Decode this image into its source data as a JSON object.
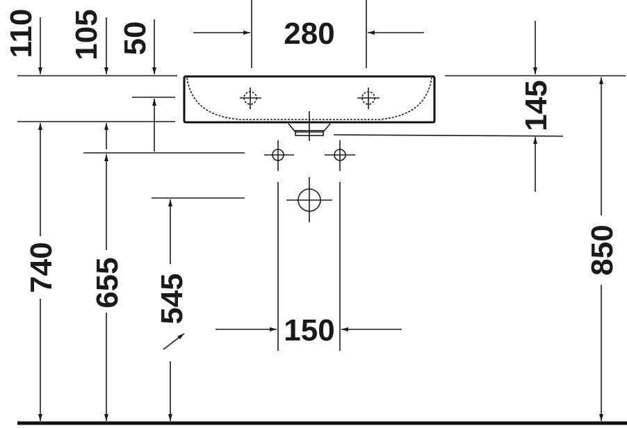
{
  "drawing": {
    "colors": {
      "line": "#1a1a1a",
      "background": "#ffffff"
    },
    "dimensions": {
      "top_left_110": "110",
      "top_left_105": "105",
      "top_left_50": "50",
      "width_280": "280",
      "depth_145": "145",
      "height_740": "740",
      "height_655": "655",
      "height_545": "545",
      "height_850": "850",
      "spacing_150": "150"
    }
  }
}
